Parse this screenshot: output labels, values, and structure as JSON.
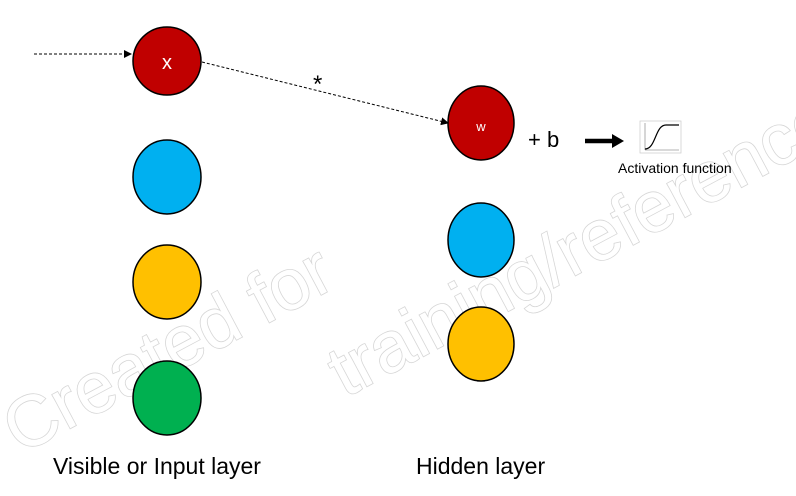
{
  "layers": {
    "visible_label": "Visible or Input layer",
    "hidden_label": "Hidden layer"
  },
  "nodes": {
    "input_x_label": "x",
    "hidden_w_label": "w"
  },
  "operators": {
    "multiply": "*",
    "bias": "+ b"
  },
  "activation": {
    "label": "Activation function"
  },
  "watermark": {
    "line1": "Created for",
    "line2": "training/reference"
  },
  "colors": {
    "red": "#c00000",
    "blue": "#00b0f0",
    "yellow": "#ffc000",
    "green": "#00b050",
    "outline": "#000000"
  }
}
